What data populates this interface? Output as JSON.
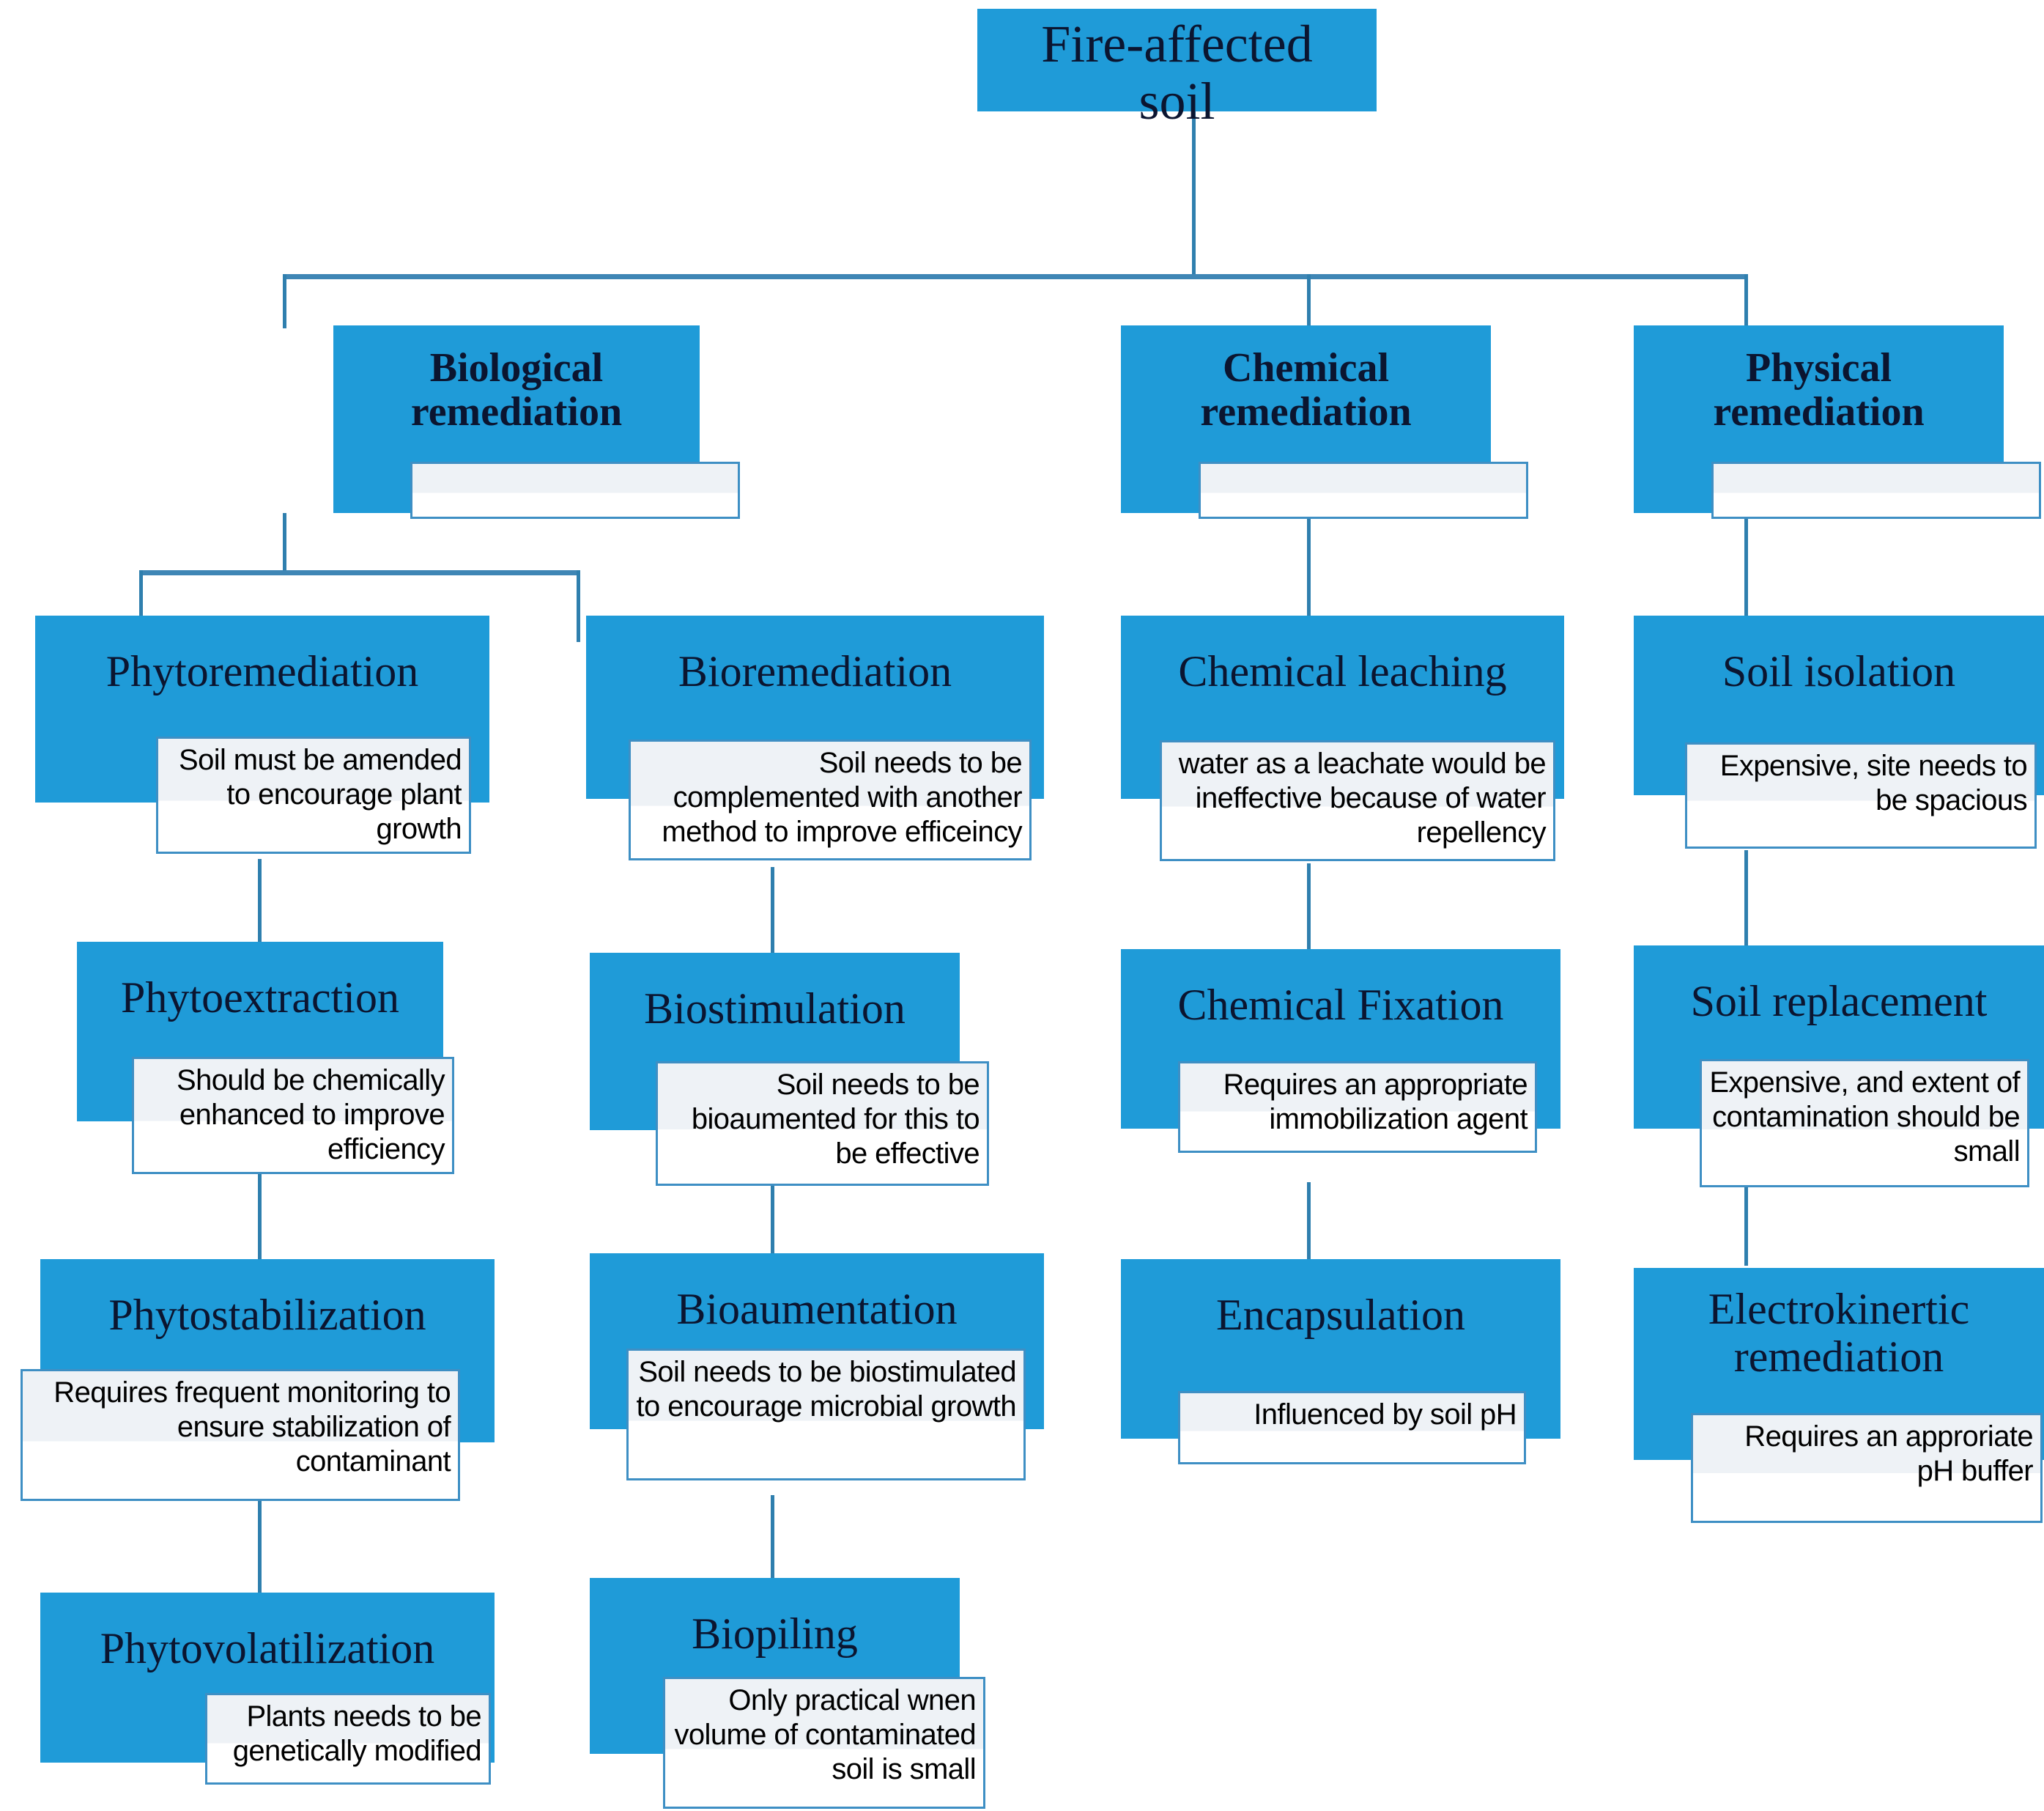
{
  "diagram": {
    "type": "flowchart",
    "title": "Fire-affected soil remediation methods",
    "colors": {
      "node_fill": "#1f9bd8",
      "note_border": "#3e8fc4",
      "note_fill": "#eef2f6",
      "connector": "#2f7fae",
      "text": "#0b1530"
    },
    "root": {
      "label": "Fire-affected\nsoil"
    },
    "branches": [
      {
        "id": "biological",
        "label": "Biological\nremediation",
        "note": "",
        "children": [
          {
            "id": "phytoremediation",
            "label": "Phytoremediation",
            "note": "Soil must be amended to encourage plant growth",
            "children": [
              {
                "id": "phytoextraction",
                "label": "Phytoextraction",
                "note": "Should be chemically enhanced to improve efficiency"
              },
              {
                "id": "phytostabilization",
                "label": "Phytostabilization",
                "note": "Requires frequent monitoring to ensure stabilization of contaminant"
              },
              {
                "id": "phytovolatilization",
                "label": "Phytovolatilization",
                "note": "Plants needs to be genetically modified"
              }
            ]
          },
          {
            "id": "bioremediation",
            "label": "Bioremediation",
            "note": "Soil needs to be complemented with another method to improve efficeincy",
            "children": [
              {
                "id": "biostimulation",
                "label": "Biostimulation",
                "note": "Soil needs to be bioaumented for this to be effective"
              },
              {
                "id": "bioaumentation",
                "label": "Bioaumentation",
                "note": "Soil needs to be biostimulated to encourage microbial growth"
              },
              {
                "id": "biopiling",
                "label": "Biopiling",
                "note": "Only practical wnen volume of contaminated soil is small"
              }
            ]
          }
        ]
      },
      {
        "id": "chemical",
        "label": "Chemical\nremediation",
        "note": "",
        "children": [
          {
            "id": "chemical-leaching",
            "label": "Chemical leaching",
            "note": "water as a leachate would be ineffective because of water repellency",
            "children": [
              {
                "id": "chemical-fixation",
                "label": "Chemical Fixation",
                "note": "Requires an appropriate immobilization agent"
              },
              {
                "id": "encapsulation",
                "label": "Encapsulation",
                "note": "Influenced by soil pH"
              }
            ]
          }
        ]
      },
      {
        "id": "physical",
        "label": "Physical\nremediation",
        "note": "",
        "children": [
          {
            "id": "soil-isolation",
            "label": "Soil isolation",
            "note": "Expensive, site needs to be spacious",
            "children": [
              {
                "id": "soil-replacement",
                "label": "Soil replacement",
                "note": "Expensive, and extent of contamination should be small"
              },
              {
                "id": "electrokinertic-remediation",
                "label": "Electrokinertic remediation",
                "note": "Requires an approriate pH buffer"
              }
            ]
          }
        ]
      }
    ]
  }
}
